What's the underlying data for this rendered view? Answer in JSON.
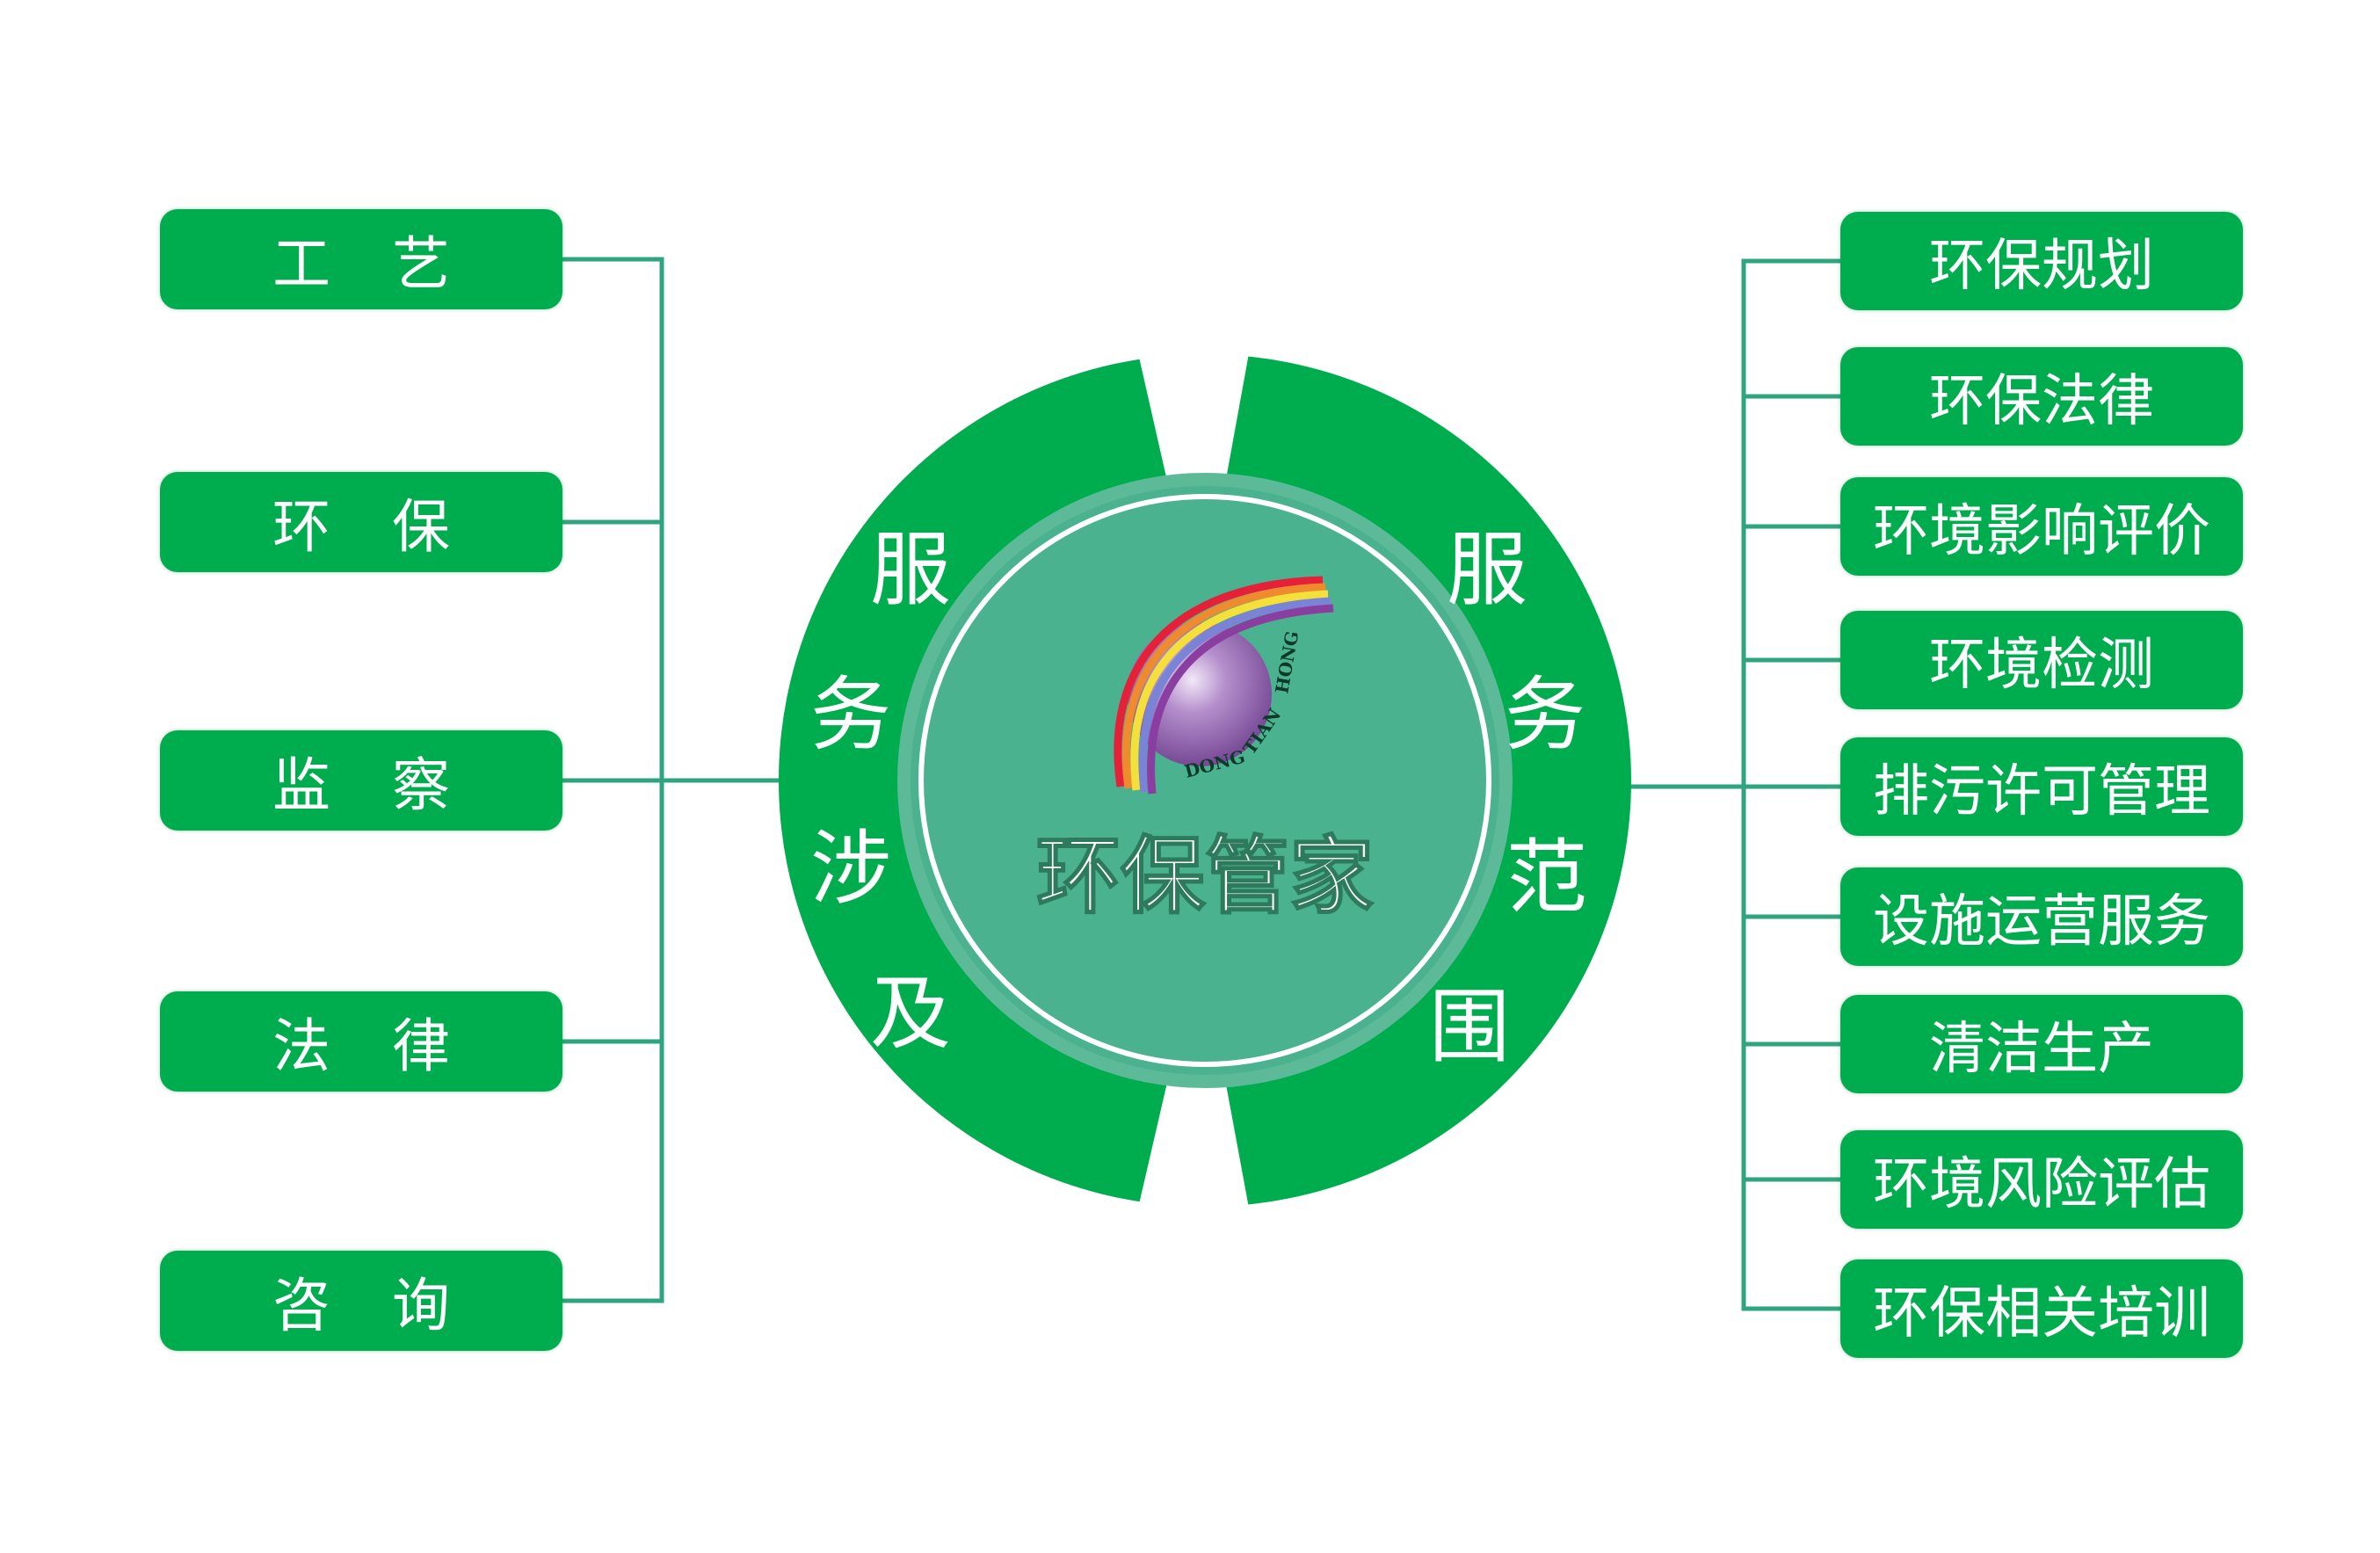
{
  "left_items": [
    "工艺",
    "环保",
    "监察",
    "法律",
    "咨询"
  ],
  "right_items": [
    "环保规划",
    "环保法律",
    "环境影响评价",
    "环境检测",
    "排污许可管理",
    "设施运营服务",
    "清洁生产",
    "环境风险评估",
    "环保相关培训"
  ],
  "center": {
    "title": "环保管家",
    "left_arc": [
      "服",
      "务",
      "涉",
      "及"
    ],
    "right_arc": [
      "服",
      "务",
      "范",
      "围"
    ],
    "logo_text": "DONG TIAN HONG"
  },
  "colors": {
    "green": "#00ad4e",
    "teal": "#4bb290",
    "line": "#2fa57e"
  }
}
